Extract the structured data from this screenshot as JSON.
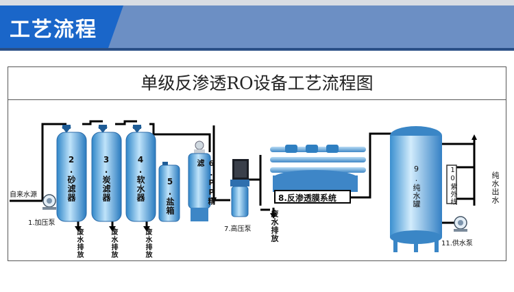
{
  "banner": {
    "title": "工艺流程",
    "bar_color": "#1a66c9"
  },
  "diagram": {
    "title": "单级反渗透RO设备工艺流程图",
    "source_water": "自来水源",
    "pump1": "1.加压泵",
    "tanks": {
      "sand": "2.砂滤器",
      "carbon": "3.炭滤器",
      "softener": "4.软水器",
      "salt": "5.盐箱",
      "pp": "6.PP精滤"
    },
    "high_pressure_pump": "7.高压泵",
    "ro_system": "8.反渗透膜系统",
    "pure_tank": "9.纯水罐",
    "uv": "10紫外线",
    "supply_pump": "11.供水泵",
    "drain": "废水排放",
    "product_out": "纯水出水"
  }
}
